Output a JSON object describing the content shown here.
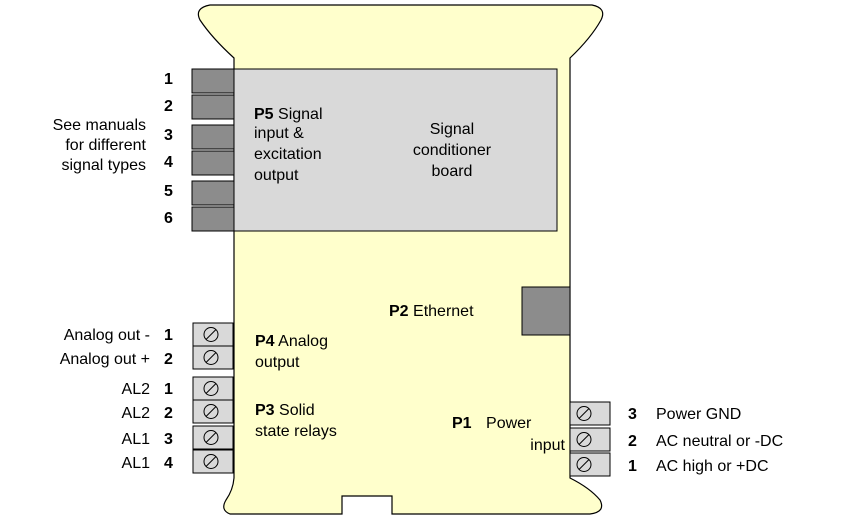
{
  "colors": {
    "module_body": "#ffffcc",
    "board_fill": "#d9d9d9",
    "terminal_dark": "#8c8c8c",
    "terminal_light": "#d9d9d9",
    "outline": "#000000"
  },
  "p5": {
    "pins": [
      "1",
      "2",
      "3",
      "4",
      "5",
      "6"
    ],
    "code": "P5",
    "desc_lines": [
      "Signal",
      "input &",
      "excitation",
      "output"
    ],
    "note_lines": [
      "See manuals",
      "for different",
      "signal types"
    ],
    "board_lines": [
      "Signal",
      "conditioner",
      "board"
    ]
  },
  "p2": {
    "code": "P2",
    "label": "Ethernet"
  },
  "p4": {
    "code": "P4",
    "desc_lines": [
      "Analog",
      "output"
    ],
    "pins": [
      {
        "name": "Analog out -",
        "num": "1"
      },
      {
        "name": "Analog out +",
        "num": "2"
      }
    ]
  },
  "p3": {
    "code": "P3",
    "desc_lines": [
      "Solid",
      "state relays"
    ],
    "pins": [
      {
        "name": "AL2",
        "num": "1"
      },
      {
        "name": "AL2",
        "num": "2"
      },
      {
        "name": "AL1",
        "num": "3"
      },
      {
        "name": "AL1",
        "num": "4"
      }
    ]
  },
  "p1": {
    "code": "P1",
    "desc_lines": [
      "Power",
      "input"
    ],
    "pins": [
      {
        "num": "3",
        "name": "Power GND"
      },
      {
        "num": "2",
        "name": "AC neutral or -DC"
      },
      {
        "num": "1",
        "name": "AC high or +DC"
      }
    ]
  },
  "icons": {
    "screw": "screw-terminal-icon"
  }
}
